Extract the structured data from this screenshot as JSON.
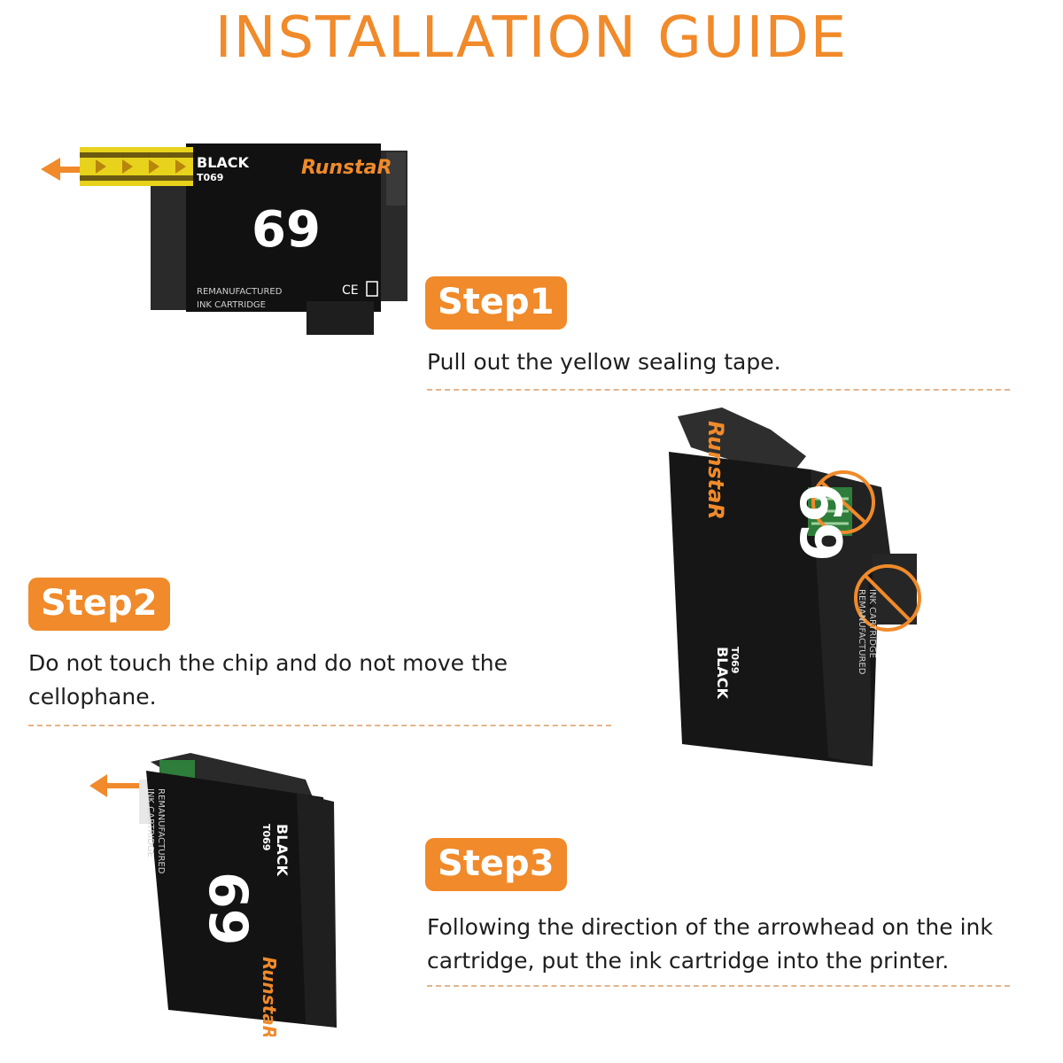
{
  "title": "INSTALLATION GUIDE",
  "colors": {
    "accent": "#F08A2A",
    "cartridge": "#1b1b1b",
    "tape": "#E8D21C"
  },
  "cartridge": {
    "brand": "RunstaR",
    "color_name": "BLACK",
    "model_code": "T069",
    "number": "69",
    "line1": "REMANUFACTURED",
    "line2": "INK CARTRIDGE",
    "ce": "CE"
  },
  "steps": [
    {
      "label": "Step1",
      "text": "Pull out the yellow sealing tape."
    },
    {
      "label": "Step2",
      "text": "Do not touch the chip and do not move the cellophane."
    },
    {
      "label": "Step3",
      "text": "Following the direction of the arrowhead on the ink cartridge, put the ink cartridge into the printer."
    }
  ],
  "icons": [
    "arrow-left-icon",
    "prohibited-icon",
    "chip-icon"
  ]
}
